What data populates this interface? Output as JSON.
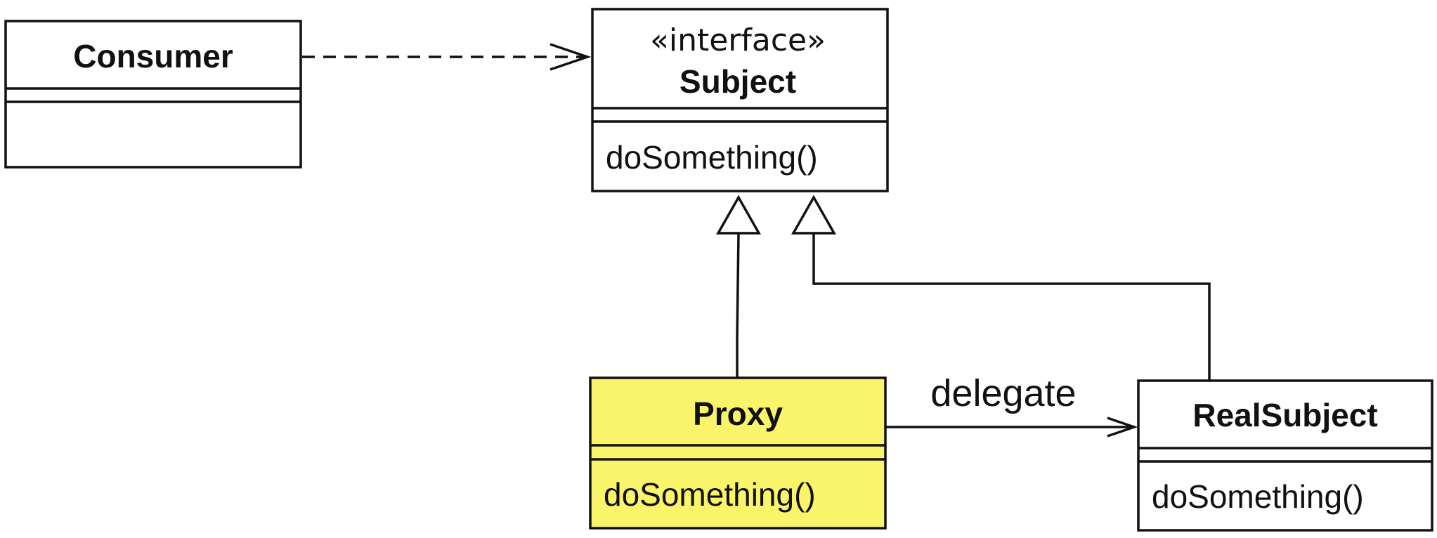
{
  "classes": {
    "consumer": {
      "name": "Consumer"
    },
    "subject": {
      "stereotype": "«interface»",
      "name": "Subject",
      "operation": "doSomething()"
    },
    "proxy": {
      "name": "Proxy",
      "operation": "doSomething()",
      "fill": "#faf46b"
    },
    "real_subject": {
      "name": "RealSubject",
      "operation": "doSomething()"
    }
  },
  "relations": {
    "delegate_label": "delegate"
  }
}
